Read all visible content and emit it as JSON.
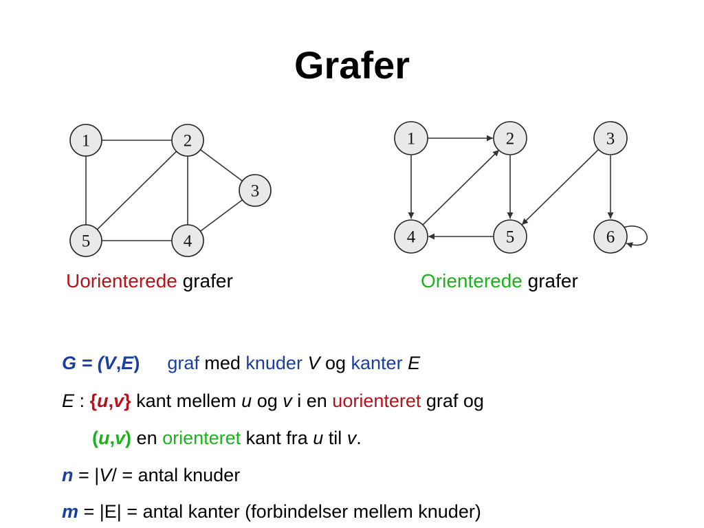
{
  "title": "Grafer",
  "colors": {
    "red": "#b5121b",
    "green": "#1db21d",
    "blue": "#1b3fa0"
  },
  "undirected_graph": {
    "nodes": [
      "1",
      "2",
      "3",
      "4",
      "5"
    ],
    "edges": [
      [
        "1",
        "2"
      ],
      [
        "1",
        "5"
      ],
      [
        "2",
        "5"
      ],
      [
        "2",
        "4"
      ],
      [
        "2",
        "3"
      ],
      [
        "3",
        "4"
      ],
      [
        "4",
        "5"
      ]
    ]
  },
  "directed_graph": {
    "nodes": [
      "1",
      "2",
      "3",
      "4",
      "5",
      "6"
    ],
    "edges": [
      [
        "1",
        "2"
      ],
      [
        "1",
        "4"
      ],
      [
        "4",
        "2"
      ],
      [
        "2",
        "5"
      ],
      [
        "3",
        "5"
      ],
      [
        "3",
        "6"
      ],
      [
        "5",
        "4"
      ],
      [
        "6",
        "6"
      ]
    ]
  },
  "captions": {
    "undirected_colored": "Uorienterede",
    "undirected_rest": " grafer",
    "directed_colored": "Orienterede",
    "directed_rest": " grafer"
  },
  "text": {
    "l1_g": "G = (",
    "l1_v": "V",
    "l1_comma": ",",
    "l1_e": "E",
    "l1_close": ")",
    "l1_graf": "graf",
    "l1_med": " med ",
    "l1_knuder": "knuder",
    "l1_V": "V",
    "l1_og": " og ",
    "l1_kanter": "kanter",
    "l1_E": "E",
    "l2_E": "E",
    "l2_colon": " : ",
    "l2_open": "{",
    "l2_u": "u",
    "l2_comma": ",",
    "l2_v": "v",
    "l2_close": "}",
    "l2_kant": " kant mellem ",
    "l2_u2": "u",
    "l2_og": " og ",
    "l2_v2": "v",
    "l2_ien": " i en ",
    "l2_uorienteret": "uorienteret",
    "l2_grafog": " graf og",
    "l3_open": "(",
    "l3_u": "u",
    "l3_comma": ",",
    "l3_v": "v",
    "l3_close": ")",
    "l3_en": " en ",
    "l3_orienteret": "orienteret",
    "l3_kantfra": " kant fra ",
    "l3_u2": "u",
    "l3_til": " til ",
    "l3_v2": "v",
    "l3_dot": ".",
    "l4_n": "n",
    "l4_eq": " = |",
    "l4_V": "V",
    "l4_rest": "/ = antal knuder",
    "l5_m": "m",
    "l5_rest": " = |E| = antal kanter (forbindelser mellem knuder)"
  }
}
